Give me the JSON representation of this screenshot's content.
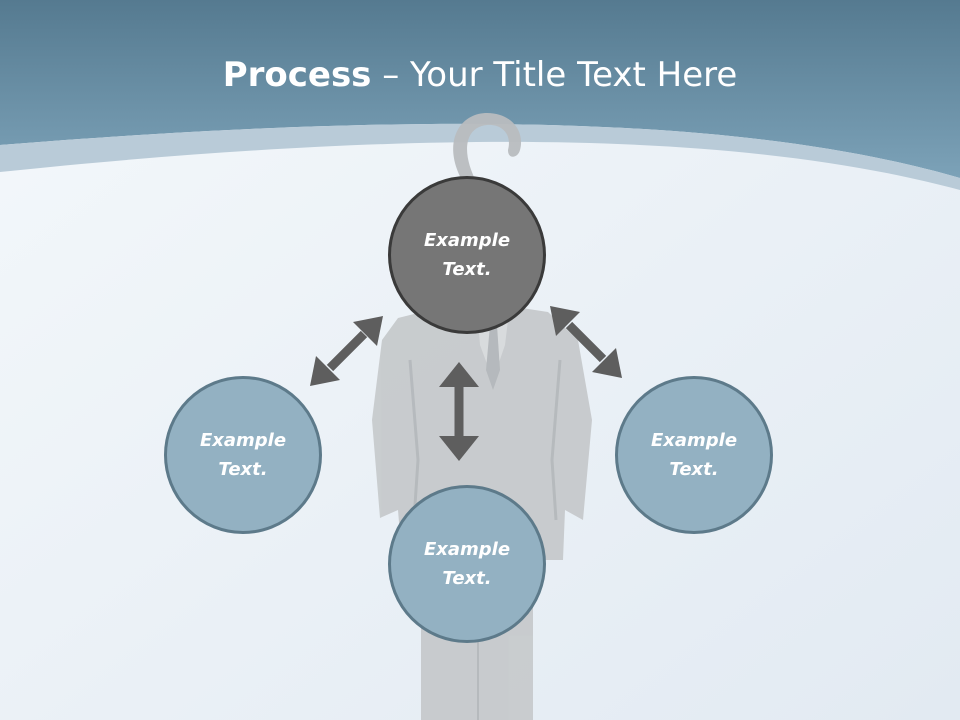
{
  "header": {
    "title_bold": "Process",
    "title_rest": " – Your Title Text Here"
  },
  "diagram": {
    "center_node": {
      "label": "Example Text."
    },
    "left_node": {
      "label": "Example Text."
    },
    "right_node": {
      "label": "Example Text."
    },
    "bottom_node": {
      "label": "Example Text."
    }
  },
  "colors": {
    "header_band": "#6d97ad",
    "background": "#eef3f8",
    "center_node_fill": "#767676",
    "outer_node_fill": "#93b1c2",
    "arrow": "#5e5e5e"
  }
}
